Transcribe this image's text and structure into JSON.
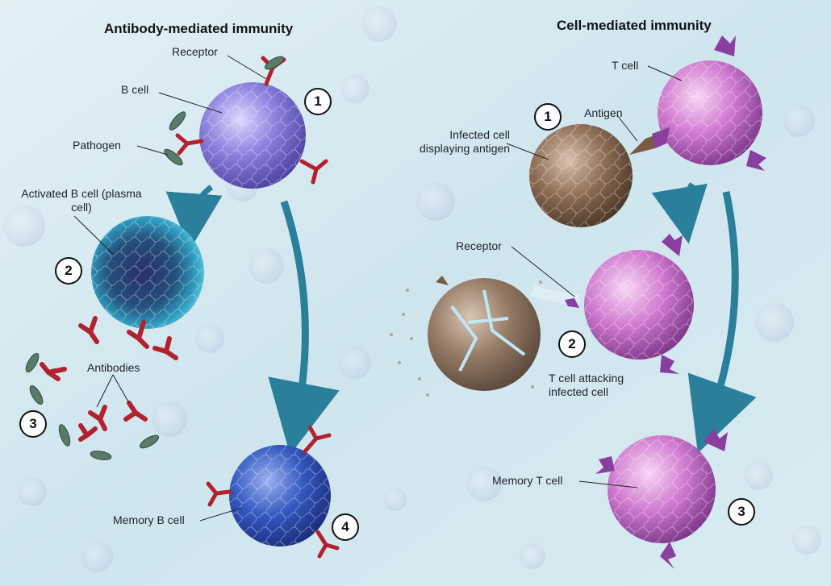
{
  "antibody_panel": {
    "title": "Antibody-mediated immunity",
    "labels": {
      "receptor": "Receptor",
      "b_cell": "B cell",
      "pathogen": "Pathogen",
      "activated_b_cell_line1": "Activated B cell (plasma",
      "activated_b_cell_line2": "cell)",
      "antibodies": "Antibodies",
      "memory_b_cell": "Memory B cell"
    },
    "steps": [
      "1",
      "2",
      "3",
      "4"
    ]
  },
  "cell_panel": {
    "title": "Cell-mediated immunity",
    "labels": {
      "t_cell": "T cell",
      "antigen": "Antigen",
      "infected_cell_line1": "Infected cell",
      "infected_cell_line2": "displaying antigen",
      "receptor": "Receptor",
      "t_cell_attacking_line1": "T cell attacking",
      "t_cell_attacking_line2": "infected cell",
      "memory_t_cell": "Memory T cell"
    },
    "steps": [
      "1",
      "2",
      "3"
    ]
  },
  "colors": {
    "background": "#cfe6ef",
    "b_cell": "#7a6fd0",
    "plasma_cell": "#2f9fc0",
    "memory_b_cell": "#2a4fb0",
    "t_cell": "#c46ac8",
    "infected_cell": "#8a6a52",
    "antibody": "#b2222e",
    "arrow": "#2a7f9a"
  }
}
